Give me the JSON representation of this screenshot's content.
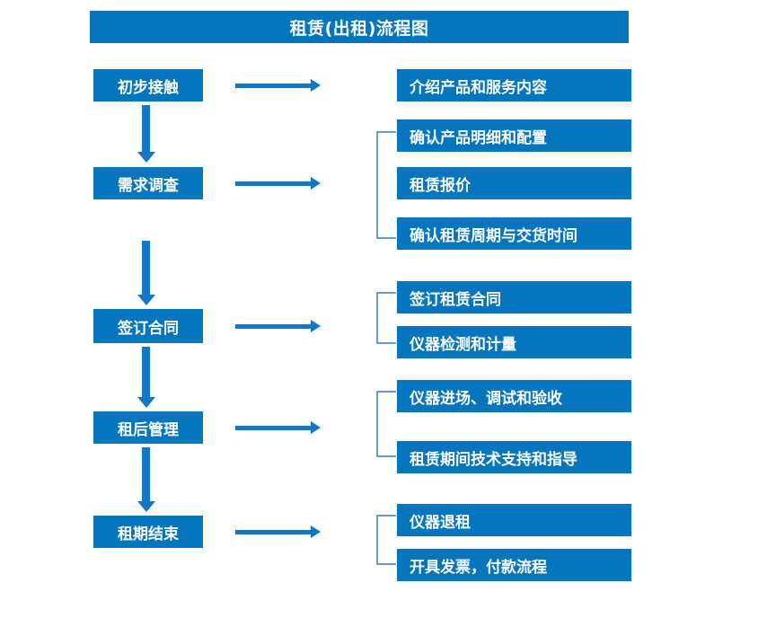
{
  "diagram": {
    "title": "租赁(出租)流程图",
    "colors": {
      "box_blue": "#0575BE",
      "arrow_blue": "#1277C4",
      "bracket_blue": "#6A9BD1",
      "text_white": "#FFFFFF",
      "background": "#FFFFFF"
    },
    "stages": [
      {
        "id": "stage-1",
        "label": "初步接触"
      },
      {
        "id": "stage-2",
        "label": "需求调查"
      },
      {
        "id": "stage-3",
        "label": "签订合同"
      },
      {
        "id": "stage-4",
        "label": "租后管理"
      },
      {
        "id": "stage-5",
        "label": "租期结束"
      }
    ],
    "details": [
      {
        "id": "detail-1-1",
        "group": 1,
        "label": "介绍产品和服务内容"
      },
      {
        "id": "detail-2-1",
        "group": 2,
        "label": "确认产品明细和配置"
      },
      {
        "id": "detail-2-2",
        "group": 2,
        "label": "租赁报价"
      },
      {
        "id": "detail-2-3",
        "group": 2,
        "label": "确认租赁周期与交货时间"
      },
      {
        "id": "detail-3-1",
        "group": 3,
        "label": "签订租赁合同"
      },
      {
        "id": "detail-3-2",
        "group": 3,
        "label": "仪器检测和计量"
      },
      {
        "id": "detail-4-1",
        "group": 4,
        "label": "仪器进场、调试和验收"
      },
      {
        "id": "detail-4-2",
        "group": 4,
        "label": "租赁期间技术支持和指导"
      },
      {
        "id": "detail-5-1",
        "group": 5,
        "label": "仪器退租"
      },
      {
        "id": "detail-5-2",
        "group": 5,
        "label": "开具发票，付款流程"
      }
    ]
  }
}
